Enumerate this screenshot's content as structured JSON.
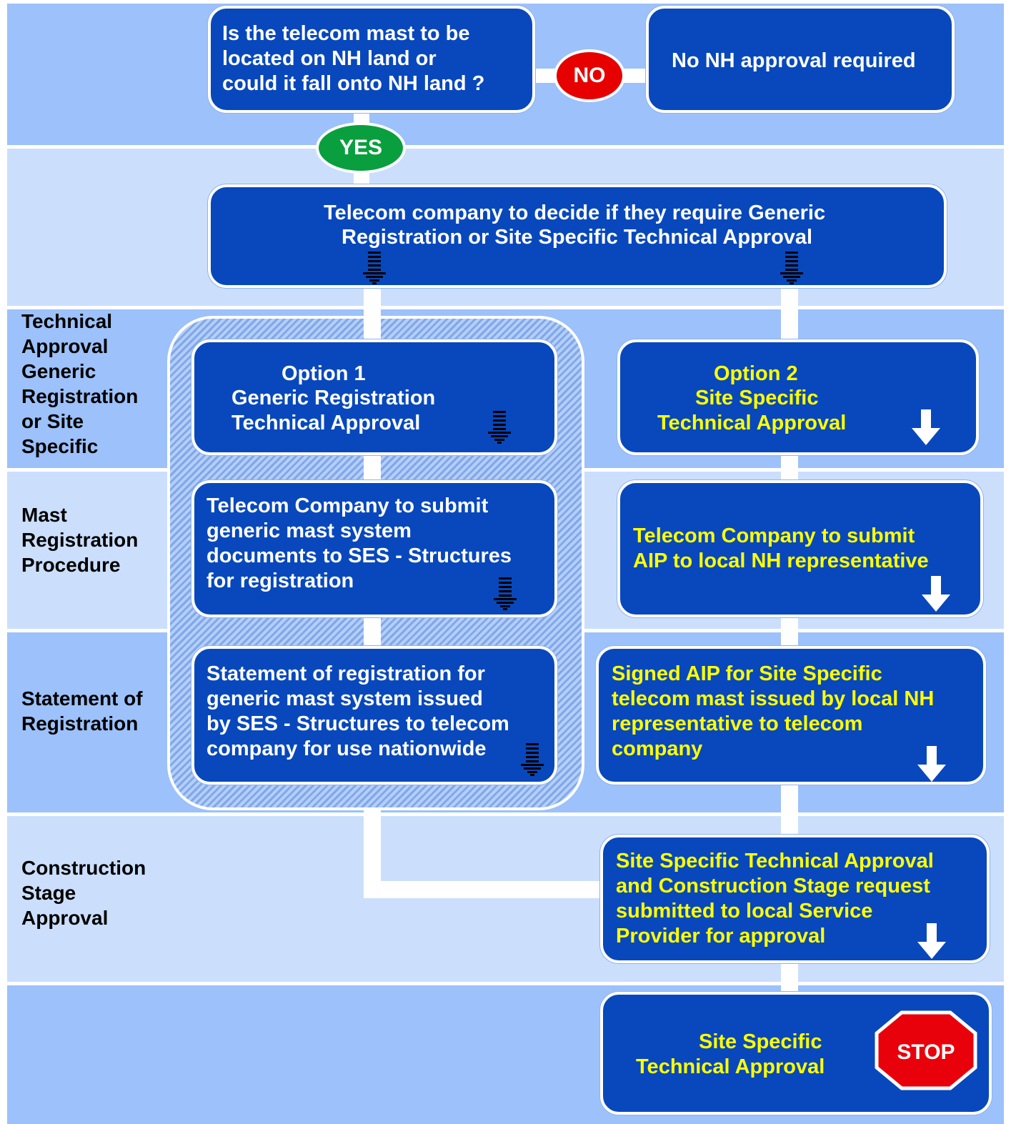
{
  "lanes": {
    "technical": [
      "Technical",
      "Approval",
      "Generic",
      "Registration",
      "or Site",
      "Specific"
    ],
    "mast": [
      "Mast",
      "Registration",
      "Procedure"
    ],
    "statement": [
      "Statement of",
      "Registration"
    ],
    "construction": [
      "Construction",
      "Stage",
      "Approval"
    ]
  },
  "question": [
    "Is the telecom mast to be",
    "located on NH land or",
    "could it fall onto NH land ?"
  ],
  "no_label": "NO",
  "yes_label": "YES",
  "no_approval": "No NH approval required",
  "decide": [
    "Telecom company to decide if they require Generic",
    "Registration or Site Specific Technical Approval"
  ],
  "option1": {
    "title": [
      "Option 1",
      "Generic Registration",
      "Technical Approval"
    ],
    "submit": [
      "Telecom Company to submit",
      "generic mast system",
      "documents to SES - Structures",
      "for registration"
    ],
    "statement": [
      "Statement of registration for",
      "generic mast system issued",
      "by SES - Structures to telecom",
      "company for use nationwide"
    ]
  },
  "option2": {
    "title": [
      "Option 2",
      "Site Specific",
      "Technical Approval"
    ],
    "submit": [
      "Telecom Company to submit",
      "AIP to local NH representative"
    ],
    "signed": [
      "Signed AIP for Site Specific",
      "telecom mast issued by local NH",
      "representative to telecom",
      "company"
    ],
    "construction": [
      "Site Specific Technical Approval",
      "and Construction Stage request",
      "submitted to local Service",
      "Provider for approval"
    ],
    "final": [
      "Site Specific",
      "Technical Approval"
    ]
  },
  "stop_label": "STOP",
  "colors": {
    "box_blue": "#0848bc",
    "band_dark": "#9cc1fb",
    "band_light": "#cbdffd",
    "no_red": "#e60000",
    "yes_green": "#0a9f3e",
    "stop_red": "#e8000b",
    "option2_text": "#ffff00"
  },
  "icons": [
    "striped-down-arrow-icon",
    "white-down-arrow-icon",
    "stop-sign-icon"
  ]
}
